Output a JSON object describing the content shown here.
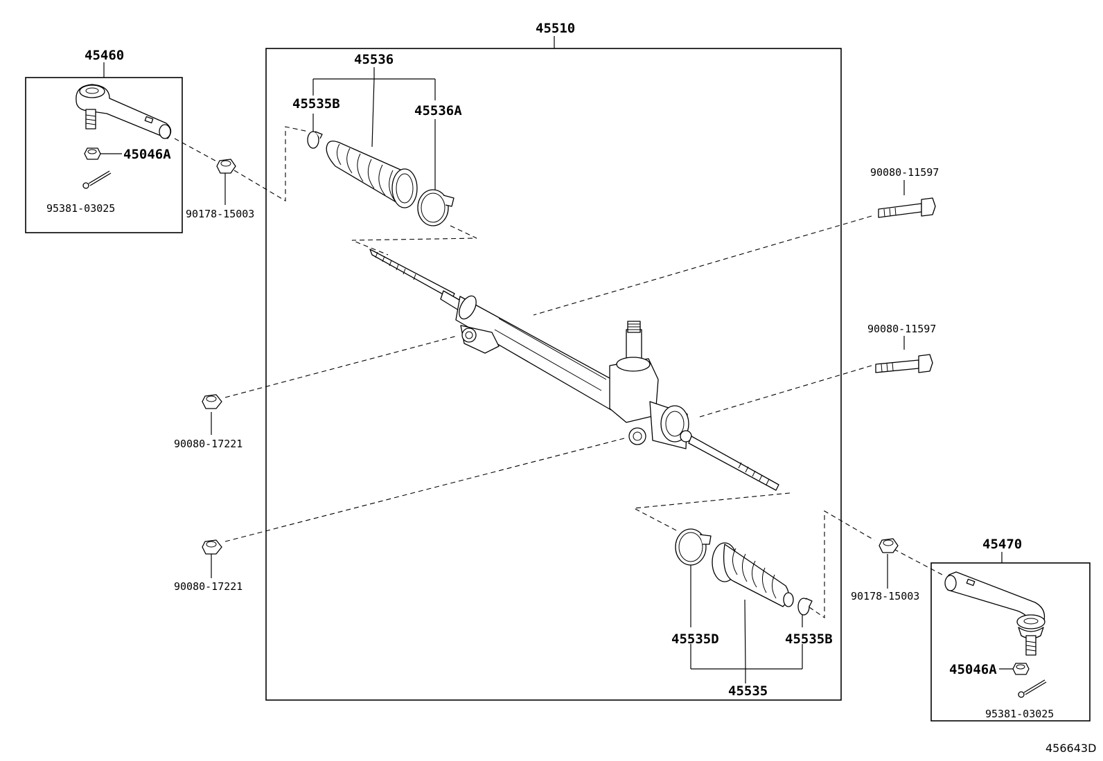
{
  "labels": {
    "steering_gear_assembly": "45510",
    "tie_rod_end_left": "45460",
    "tie_rod_end_right": "45470",
    "boot_kit_upper": "45536",
    "clip_upper": "45535B",
    "clamp_upper": "45536A",
    "nut_left": "45046A",
    "cotter_pin_left": "95381-03025",
    "lock_nut_left": "90178-15003",
    "bolt_upper": "90080-11597",
    "bolt_lower": "90080-11597",
    "nut_mount_upper": "90080-17221",
    "nut_mount_lower": "90080-17221",
    "lock_nut_right": "90178-15003",
    "nut_right": "45046A",
    "cotter_pin_right": "95381-03025",
    "clamp_lower": "45535D",
    "clip_lower": "45535B",
    "boot_kit_lower": "45535",
    "diagram_ref": "456643D"
  }
}
